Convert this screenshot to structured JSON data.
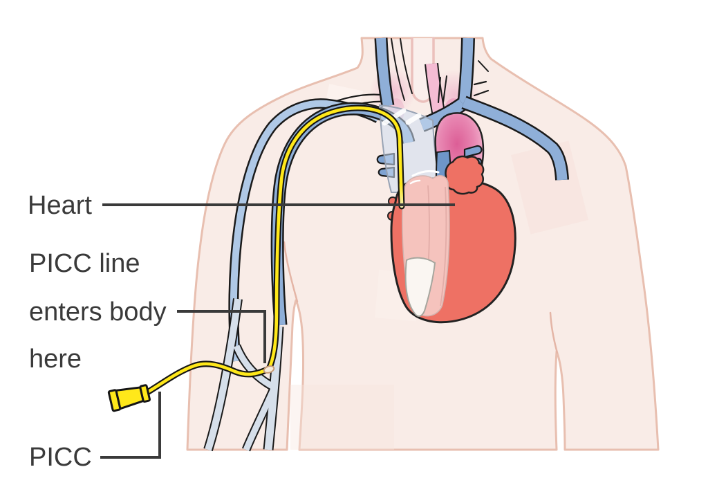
{
  "figure": {
    "labels": {
      "heart": "Heart",
      "entry_line1": "PICC line",
      "entry_line2": "enters body",
      "entry_line3": "here",
      "picc": "PICC"
    },
    "colors": {
      "background": "#FFFFFF",
      "skin": "#F9ECE7",
      "skin_outline": "#E8BFB0",
      "vein_blue": "#8FAFD8",
      "vein_blue_light": "#AFC8E6",
      "arm_vein": "#D6DFEA",
      "svc_fill": "rgba(205,222,242,0.55)",
      "heart_red": "#EE7164",
      "heart_pink": "#F5C3BD",
      "aorta_pink": "#DC5E96",
      "aorta_pink_light": "#F5BCD4",
      "pulmonary_blue": "#6E96C8",
      "picc_yellow": "#FFE81A",
      "outline_dark": "#1A1A1A",
      "label_text": "#3A3A3A"
    }
  }
}
